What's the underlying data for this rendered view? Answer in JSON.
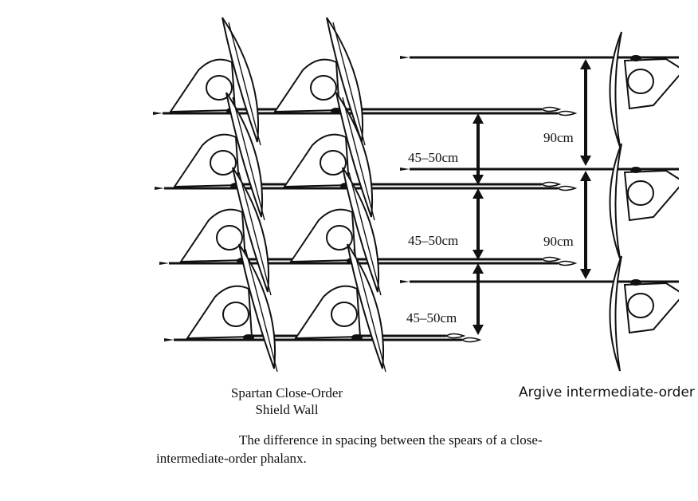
{
  "diagram": {
    "spacing_labels": {
      "close": "45–50cm",
      "intermediate": "90cm"
    },
    "left_formation_label": [
      "Spartan Close-Order",
      "Shield Wall"
    ],
    "right_formation_label": "Argive intermediate-order",
    "caption_line1": "The difference in spacing between the spears of a close-",
    "caption_line2": "intermediate-order phalanx."
  }
}
